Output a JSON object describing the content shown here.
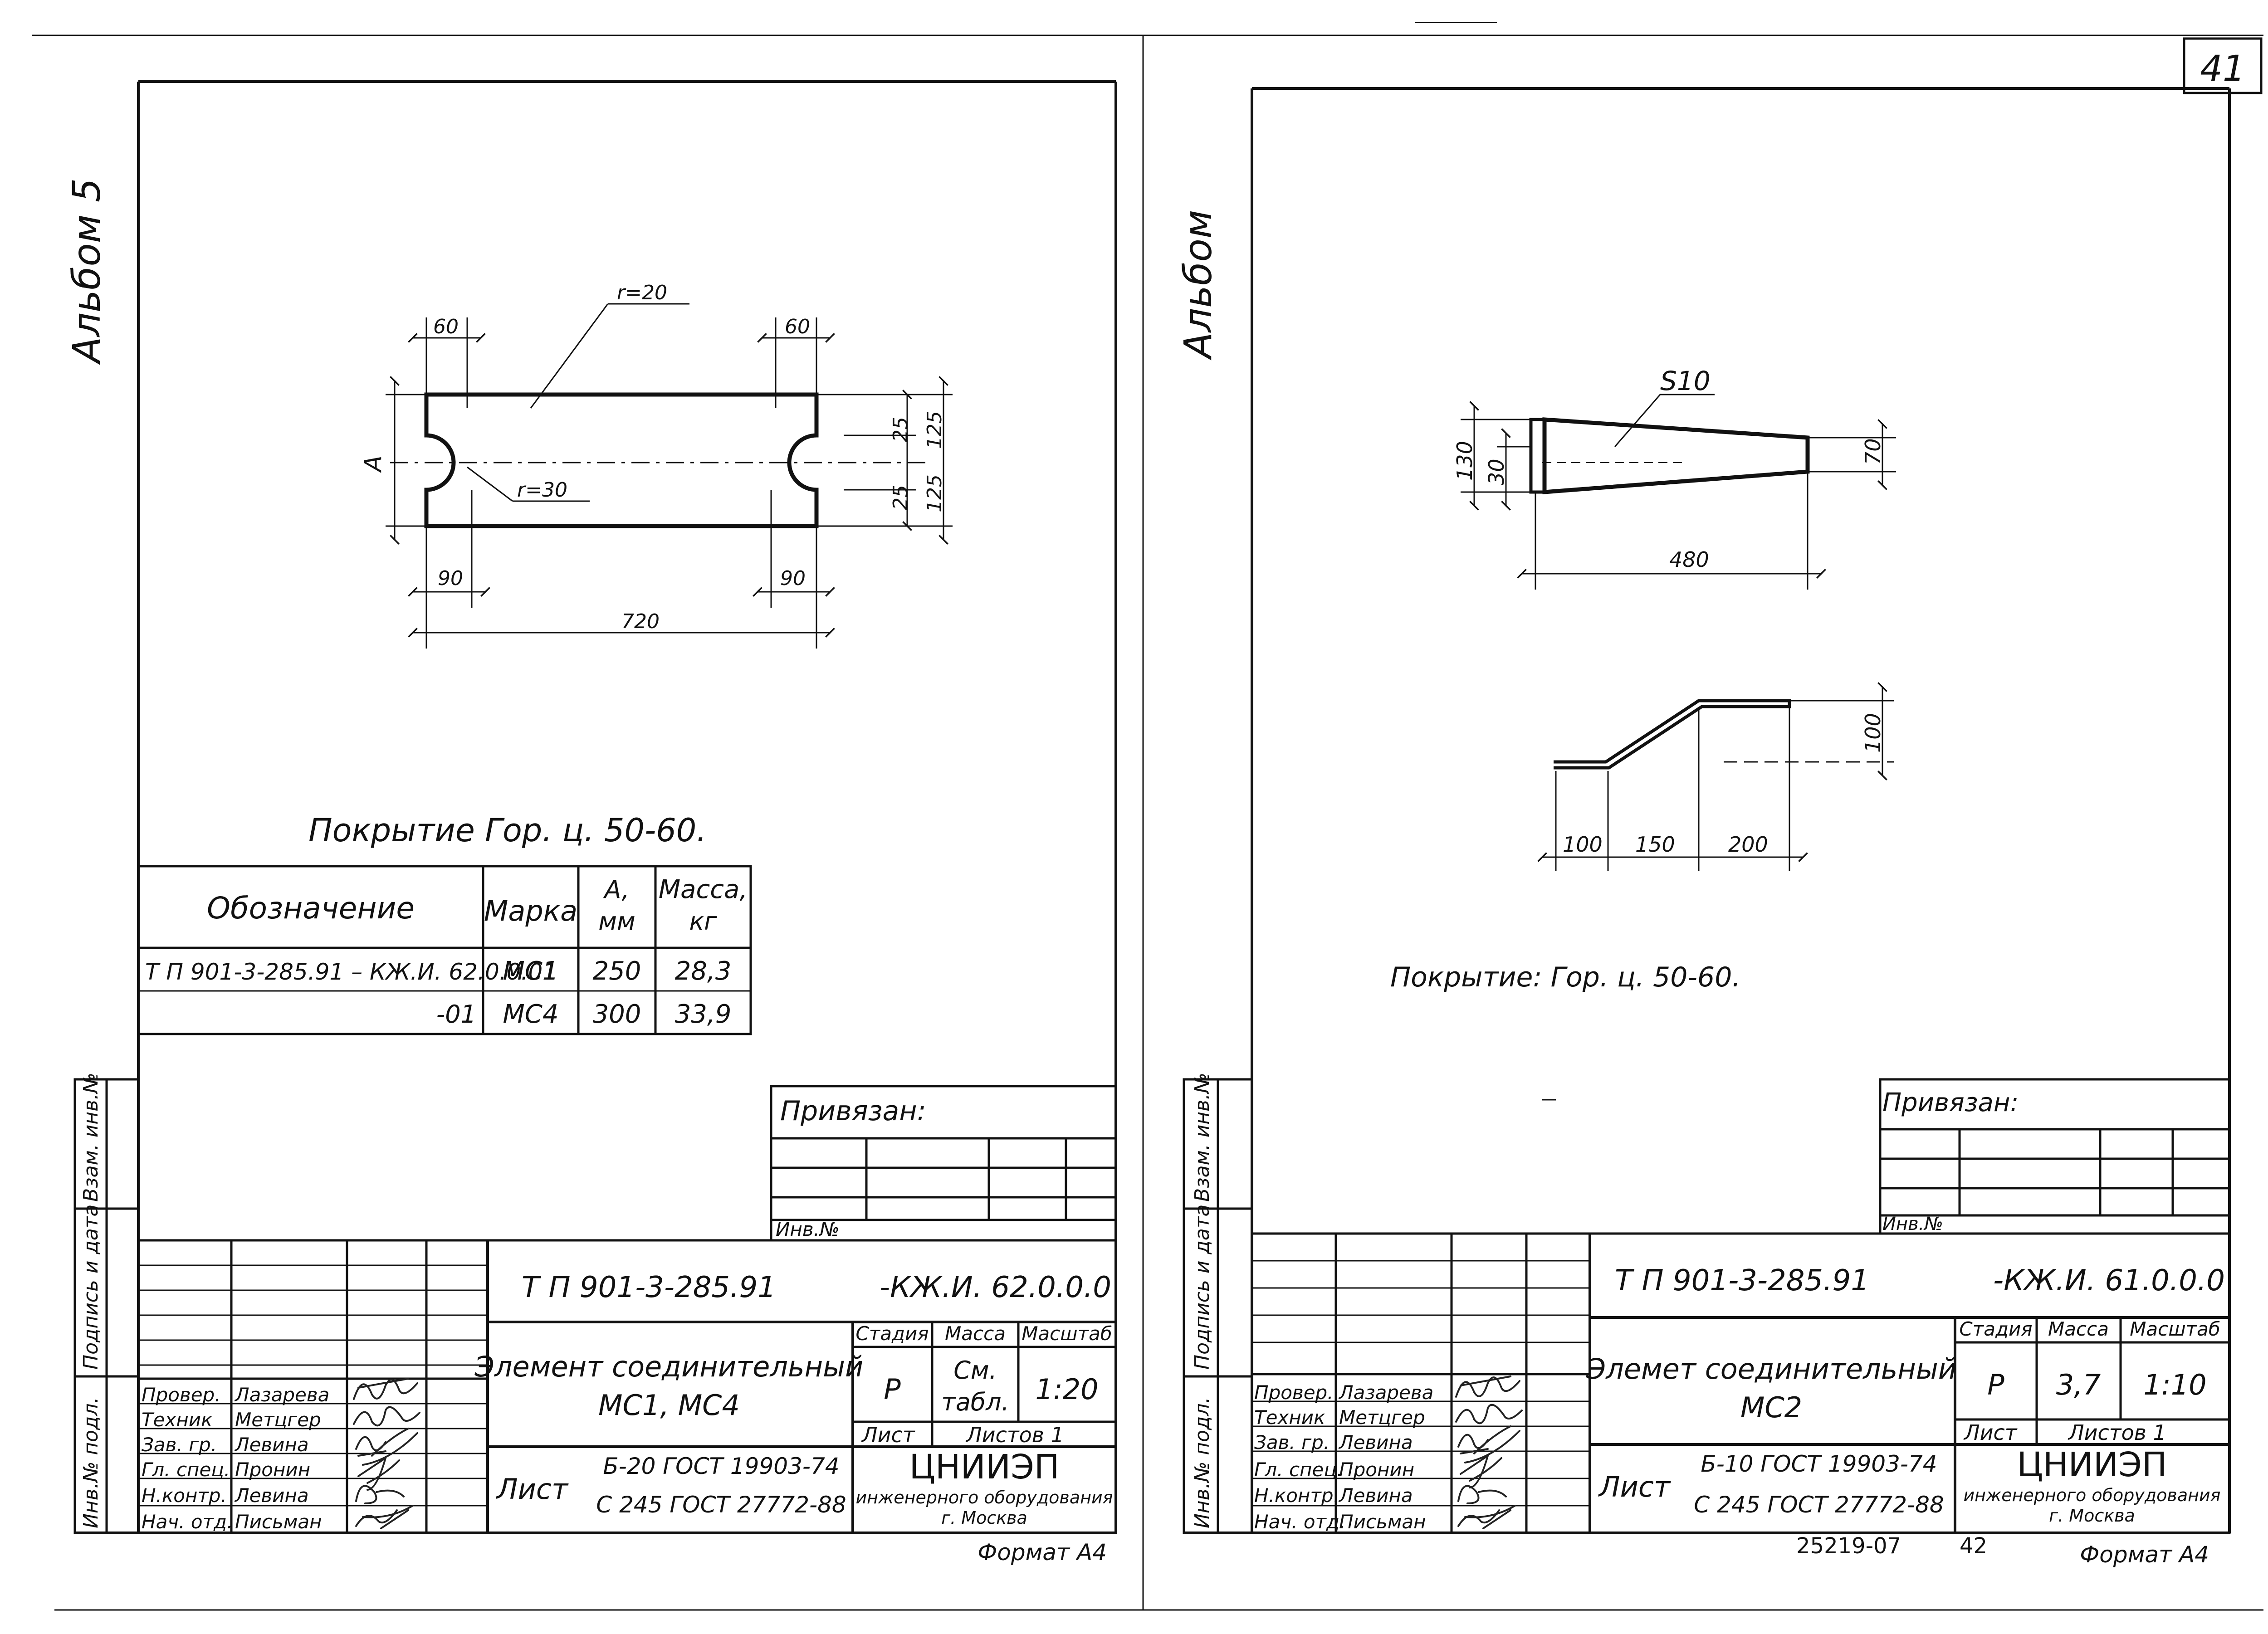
{
  "sheet_number": "41",
  "bottom_numbers": {
    "code": "25219-07",
    "page": "42"
  },
  "left": {
    "album_label": "Альбом 5",
    "dims": {
      "r1": "r=20",
      "r2": "r=30",
      "d60a": "60",
      "d60b": "60",
      "d90a": "90",
      "d90b": "90",
      "d720": "720",
      "dA": "A",
      "d25a": "25",
      "d25b": "25",
      "d125a": "125",
      "d125b": "125"
    },
    "coating_note": "Покрытие Гор. ц. 50-60.",
    "spec_table": {
      "headers": {
        "designation": "Обозначение",
        "mark": "Марка",
        "a_1": "A,",
        "a_2": "мм",
        "mass_1": "Масса,",
        "mass_2": "кг"
      },
      "rows": [
        {
          "designation": "Т П 901-3-285.91 – КЖ.И. 62.0.0.01",
          "mark": "МС1",
          "a": "250",
          "mass": "28,3"
        },
        {
          "designation": "-01",
          "mark": "МС4",
          "a": "300",
          "mass": "33,9"
        }
      ]
    },
    "binding": {
      "title": "Привязан:",
      "inv": "Инв.№"
    },
    "side_labels": {
      "inv_sub": "Взам. инв.№",
      "sign_date": "Подпись и дата",
      "inv_orig": "Инв.№ подл."
    },
    "title_block": {
      "project_code": "Т П 901-3-285.91",
      "doc_code": "-КЖ.И. 62.0.0.0",
      "name_1": "Элемент соединительный",
      "name_2": "МС1, МС4",
      "stage_h": "Стадия",
      "mass_h": "Масса",
      "scale_h": "Масштаб",
      "stage": "Р",
      "mass_1": "См.",
      "mass_2": "табл.",
      "scale": "1:20",
      "sheet_h": "Лист",
      "sheets_h": "Листов 1",
      "material_prefix": "Лист",
      "material_1": "Б-20 ГОСТ 19903-74",
      "material_2": "С 245 ГОСТ 27772-88",
      "org_1": "ЦНИИЭП",
      "org_2": "инженерного оборудования",
      "org_3": "г. Москва",
      "format": "Формат А4",
      "roles": [
        {
          "role": "Провер.",
          "name": "Лазарева"
        },
        {
          "role": "Техник",
          "name": "Метцгер"
        },
        {
          "role": "Зав. гр.",
          "name": "Левина"
        },
        {
          "role": "Гл. спец.",
          "name": "Пронин"
        },
        {
          "role": "Н.контр.",
          "name": "Левина"
        },
        {
          "role": "Нач. отд.",
          "name": "Письман"
        }
      ]
    }
  },
  "right": {
    "album_label": "Альбом",
    "dims": {
      "s10": "S10",
      "d130": "130",
      "d30": "30",
      "d70": "70",
      "d480": "480",
      "d100h": "100",
      "d100": "100",
      "d150": "150",
      "d200": "200"
    },
    "coating_note": "Покрытие: Гор. ц. 50-60.",
    "binding": {
      "title": "Привязан:",
      "inv": "Инв.№"
    },
    "side_labels": {
      "inv_sub": "Взам. инв.№",
      "sign_date": "Подпись и дата",
      "inv_orig": "Инв.№ подл."
    },
    "title_block": {
      "project_code": "Т П 901-3-285.91",
      "doc_code": "-КЖ.И. 61.0.0.0",
      "name_1": "Элемет соединительный",
      "name_2": "МС2",
      "stage_h": "Стадия",
      "mass_h": "Масса",
      "scale_h": "Масштаб",
      "stage": "Р",
      "mass": "3,7",
      "scale": "1:10",
      "sheet_h": "Лист",
      "sheets_h": "Листов 1",
      "material_prefix": "Лист",
      "material_1": "Б-10 ГОСТ 19903-74",
      "material_2": "С 245 ГОСТ 27772-88",
      "org_1": "ЦНИИЭП",
      "org_2": "инженерного оборудования",
      "org_3": "г. Москва",
      "format": "Формат А4",
      "roles": [
        {
          "role": "Провер.",
          "name": "Лазарева"
        },
        {
          "role": "Техник",
          "name": "Метцгер"
        },
        {
          "role": "Зав. гр.",
          "name": "Левина"
        },
        {
          "role": "Гл. спец.",
          "name": "Пронин"
        },
        {
          "role": "Н.контр.",
          "name": "Левина"
        },
        {
          "role": "Нач. отд.",
          "name": "Письман"
        }
      ]
    }
  }
}
